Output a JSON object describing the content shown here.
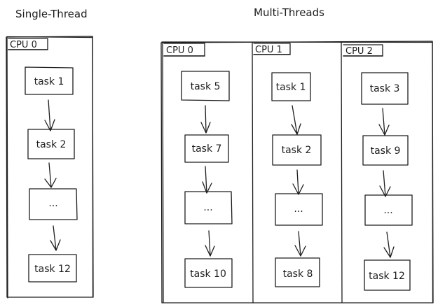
{
  "single": {
    "heading": "Single-Thread",
    "cpus": [
      {
        "label": "CPU 0",
        "tasks": [
          "task 1",
          "task 2",
          "...",
          "task 12"
        ]
      }
    ]
  },
  "multi": {
    "heading": "Multi-Threads",
    "cpus": [
      {
        "label": "CPU 0",
        "tasks": [
          "task 5",
          "task 7",
          "...",
          "task 10"
        ]
      },
      {
        "label": "CPU 1",
        "tasks": [
          "task 1",
          "task 2",
          "...",
          "task 8"
        ]
      },
      {
        "label": "CPU 2",
        "tasks": [
          "task 3",
          "task 9",
          "...",
          "task 12"
        ]
      }
    ]
  }
}
